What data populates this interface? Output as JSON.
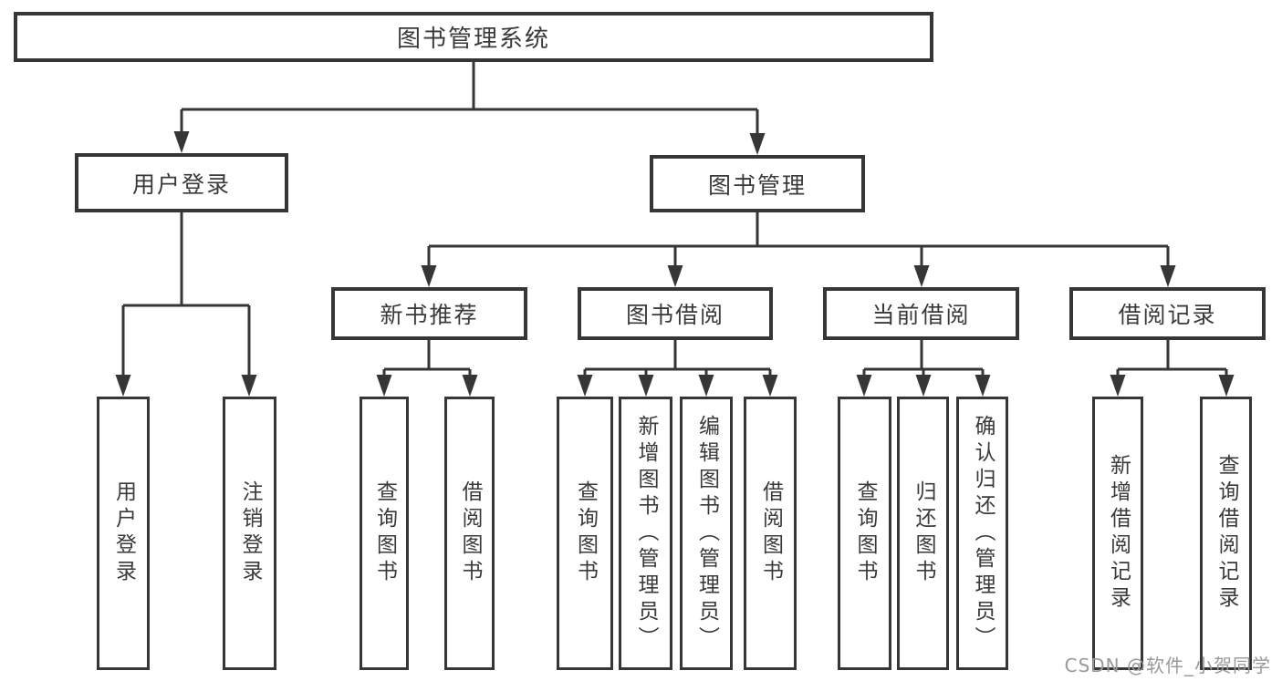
{
  "diagram": {
    "colors": {
      "line": "#363636",
      "box_border": "#363636",
      "text": "#3a3a3a",
      "background": "#ffffff",
      "watermark": "#999999"
    },
    "tree": {
      "label": "图书管理系统",
      "children": [
        {
          "label": "用户登录",
          "children": [
            {
              "label": "用户登录"
            },
            {
              "label": "注销登录"
            }
          ]
        },
        {
          "label": "图书管理",
          "children": [
            {
              "label": "新书推荐",
              "children": [
                {
                  "label": "查询图书"
                },
                {
                  "label": "借阅图书"
                }
              ]
            },
            {
              "label": "图书借阅",
              "children": [
                {
                  "label": "查询图书"
                },
                {
                  "label": "新增图书（管理员）"
                },
                {
                  "label": "编辑图书（管理员）"
                },
                {
                  "label": "借阅图书"
                }
              ]
            },
            {
              "label": "当前借阅",
              "children": [
                {
                  "label": "查询图书"
                },
                {
                  "label": "归还图书"
                },
                {
                  "label": "确认归还（管理员）"
                }
              ]
            },
            {
              "label": "借阅记录",
              "children": [
                {
                  "label": "新增借阅记录"
                },
                {
                  "label": "查询借阅记录"
                }
              ]
            }
          ]
        }
      ]
    },
    "watermark": {
      "text": "CSDN @软件_小贺同学"
    }
  }
}
